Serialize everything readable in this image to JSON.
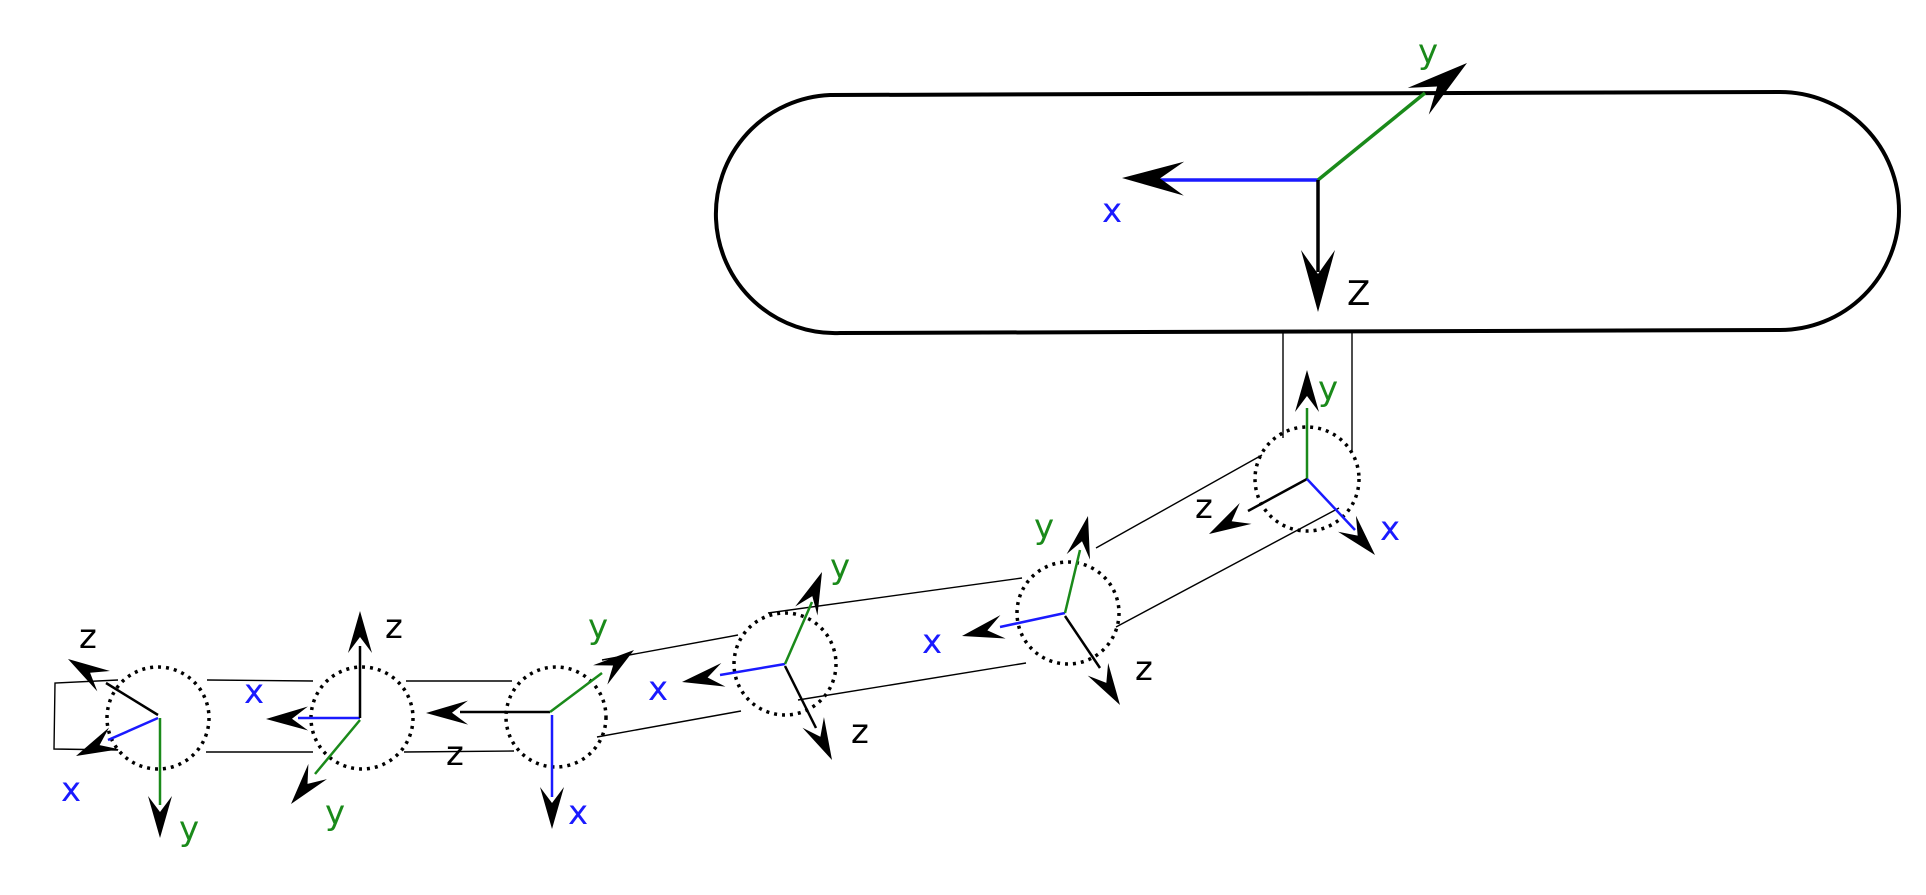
{
  "colors": {
    "x_axis": "#1a1aff",
    "y_axis": "#1a8a1a",
    "z_axis": "#000000",
    "outline": "#000000",
    "background": "#ffffff"
  },
  "labels": {
    "base": {
      "x": "x",
      "y": "y",
      "z": "Z"
    },
    "joints": [
      {
        "x": "x",
        "y": "y",
        "z": "z"
      },
      {
        "x": "x",
        "y": "y",
        "z": "z"
      },
      {
        "x": "x",
        "y": "y",
        "z": "z"
      },
      {
        "x": "x",
        "y": "y",
        "z": "z"
      },
      {
        "x": "x",
        "y": "y",
        "z": "z"
      },
      {
        "x": "x",
        "y": "y",
        "z": "z"
      }
    ]
  }
}
